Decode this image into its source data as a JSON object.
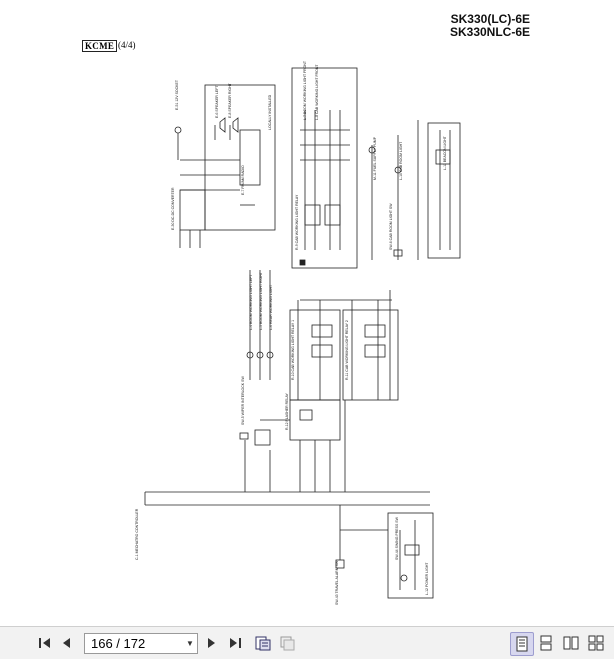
{
  "document": {
    "model_line_1": "SK330(LC)-6E",
    "model_line_2": "SK330NLC-6E",
    "brand": "KCME",
    "sheet": "(4/4)",
    "labels": {
      "socket": "E-51 12V SOCKET",
      "converter": "E-30 DC-DC CONVERTER",
      "speaker_left": "E-6 SPEAKER LEFT",
      "speaker_right": "E-8 SPEAKER RIGHT",
      "amfm": "E-7 FM/AM RADIO",
      "locally": "LOCALLY INSTALLED",
      "work_front": "L-7 BOOM WORKING LIGHT FRONT",
      "work_front2": "L-8 CAB WORKING LIGHT FRONT",
      "work_relay": "R-9 CAB WORKING LIGHT RELAY",
      "fuel_pump": "M-11 FUEL SUPPLY PUMP",
      "room_light": "L-10 CAB ROOM LIGHT",
      "room_light_sw": "SW-6 CAB ROOM LIGHT SW",
      "beacon": "L-11 BEACON LIGHT",
      "controller": "C-1 MECHATRO CONTROLLER",
      "boom_left": "L-4 BOOM WORKING LIGHT LEFT",
      "boom_right": "L-5 BOOM WORKING LIGHT RIGHT",
      "rear_light": "L-6 REAR WORKING LIGHT",
      "relay1": "R-10 CAB WORKING LIGHT RELAY 1",
      "relay2": "R-11 CAB WORKING LIGHT RELAY 2",
      "flasher": "R-12 FLASHER RELAY",
      "sw_wiper": "SW-5 WIPER INTERLOCK SW",
      "warn": "SW-43 TRAVEL ALARM SW",
      "press_sw": "SW-44 SWING PRESS SW",
      "power_light": "L-12 POWER LIGHT"
    }
  },
  "viewer": {
    "page_value": "166 / 172",
    "first_icon": "first-page-icon",
    "prev_icon": "previous-page-icon",
    "next_icon": "next-page-icon",
    "last_icon": "last-page-icon"
  }
}
